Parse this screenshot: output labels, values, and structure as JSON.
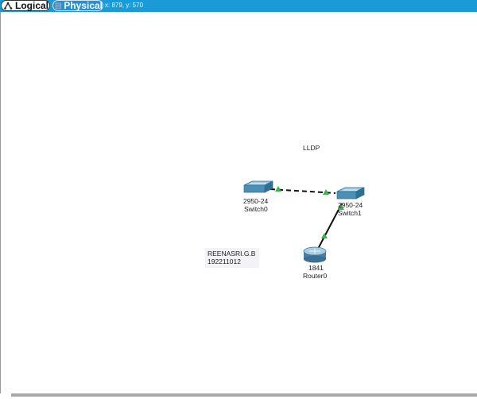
{
  "tabs": {
    "logical_label": "Logical",
    "physical_label": "Physical"
  },
  "coords": "x: 879, y: 570",
  "topology": {
    "title": "LLDP",
    "note": {
      "line1": "REENASRI.G.B",
      "line2": "192211012"
    },
    "devices": [
      {
        "model": "2950-24",
        "name": "Switch0"
      },
      {
        "model": "2950-24",
        "name": "Switch1"
      },
      {
        "model": "1841",
        "name": "Router0"
      }
    ]
  },
  "colors": {
    "topbar": "#1a9ad6",
    "link_up": "#39b54a",
    "switch_body": "#4a8fb5"
  }
}
